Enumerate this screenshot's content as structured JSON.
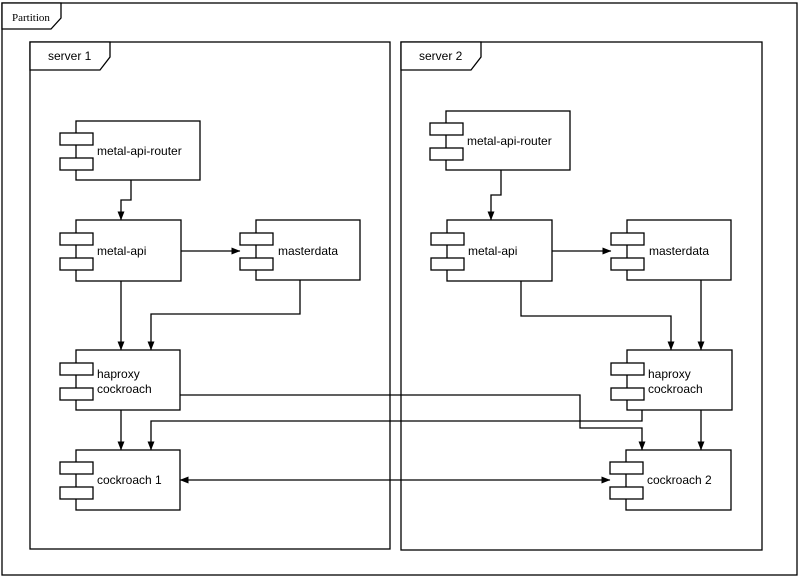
{
  "diagram": {
    "type": "uml-component-diagram",
    "frame_label": "Partition",
    "colors": {
      "stroke": "#000000",
      "background": "#ffffff",
      "text": "#000000"
    },
    "servers": [
      {
        "label": "server 1",
        "components": [
          {
            "id": "metal-api-router",
            "label": "metal-api-router"
          },
          {
            "id": "metal-api",
            "label": "metal-api"
          },
          {
            "id": "masterdata",
            "label": "masterdata"
          },
          {
            "id": "haproxy-cockroach",
            "label": "haproxy cockroach",
            "lines": [
              "haproxy",
              "cockroach"
            ]
          },
          {
            "id": "cockroach-1",
            "label": "cockroach 1"
          }
        ]
      },
      {
        "label": "server 2",
        "components": [
          {
            "id": "metal-api-router",
            "label": "metal-api-router"
          },
          {
            "id": "metal-api",
            "label": "metal-api"
          },
          {
            "id": "masterdata",
            "label": "masterdata"
          },
          {
            "id": "haproxy-cockroach",
            "label": "haproxy cockroach",
            "lines": [
              "haproxy",
              "cockroach"
            ]
          },
          {
            "id": "cockroach-2",
            "label": "cockroach 2"
          }
        ]
      }
    ],
    "edges": [
      {
        "from": "server1.metal-api-router",
        "to": "server1.metal-api",
        "arrow": "single"
      },
      {
        "from": "server1.metal-api",
        "to": "server1.masterdata",
        "arrow": "single"
      },
      {
        "from": "server1.metal-api",
        "to": "server1.haproxy-cockroach",
        "arrow": "single"
      },
      {
        "from": "server1.masterdata",
        "to": "server1.haproxy-cockroach",
        "arrow": "single"
      },
      {
        "from": "server1.haproxy-cockroach",
        "to": "server1.cockroach-1",
        "arrow": "single"
      },
      {
        "from": "server1.haproxy-cockroach",
        "to": "server2.cockroach-2",
        "arrow": "single"
      },
      {
        "from": "server2.metal-api-router",
        "to": "server2.metal-api",
        "arrow": "single"
      },
      {
        "from": "server2.metal-api",
        "to": "server2.masterdata",
        "arrow": "single"
      },
      {
        "from": "server2.metal-api",
        "to": "server2.haproxy-cockroach",
        "arrow": "single"
      },
      {
        "from": "server2.masterdata",
        "to": "server2.haproxy-cockroach",
        "arrow": "single"
      },
      {
        "from": "server2.haproxy-cockroach",
        "to": "server2.cockroach-2",
        "arrow": "single"
      },
      {
        "from": "server2.haproxy-cockroach",
        "to": "server1.cockroach-1",
        "arrow": "single"
      },
      {
        "from": "server1.cockroach-1",
        "to": "server2.cockroach-2",
        "arrow": "double"
      }
    ]
  }
}
